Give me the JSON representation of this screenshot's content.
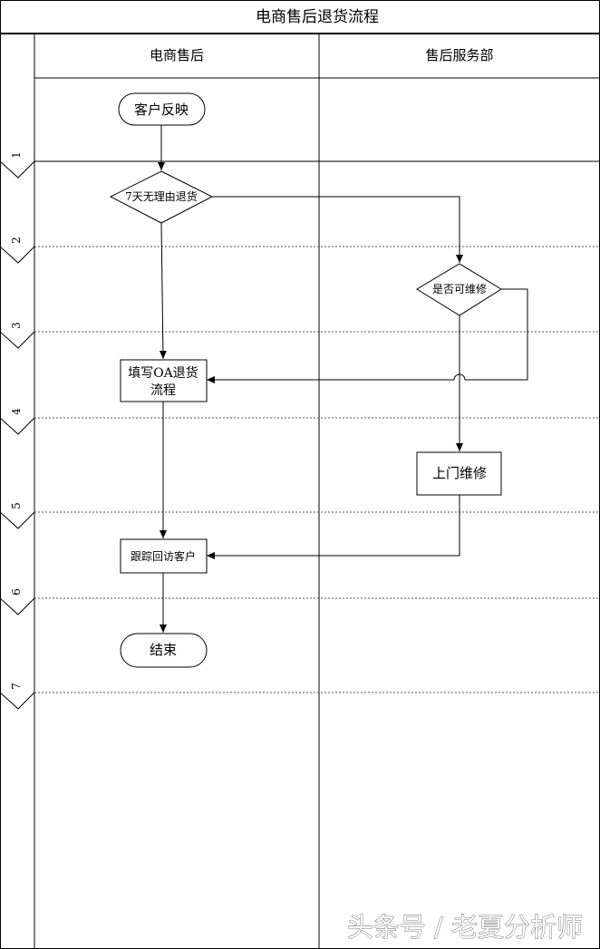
{
  "title": "电商售后退货流程",
  "lanes": [
    {
      "key": "ecommerce",
      "label": "电商售后"
    },
    {
      "key": "service",
      "label": "售后服务部"
    }
  ],
  "phases": [
    "1",
    "2",
    "3",
    "4",
    "5",
    "6",
    "7"
  ],
  "nodes": {
    "customer_feedback": "客户反映",
    "seven_day_return": "7天无理由退货",
    "repairable": "是否可维修",
    "fill_oa_line1": "填写OA退货",
    "fill_oa_line2": "流程",
    "onsite_repair": "上门维修",
    "follow_up": "跟踪回访客户",
    "end": "结束"
  },
  "watermark": "头条号 / 老夏分析师",
  "colors": {
    "line": "#000000",
    "divider": "#555555",
    "background": "#ffffff"
  }
}
